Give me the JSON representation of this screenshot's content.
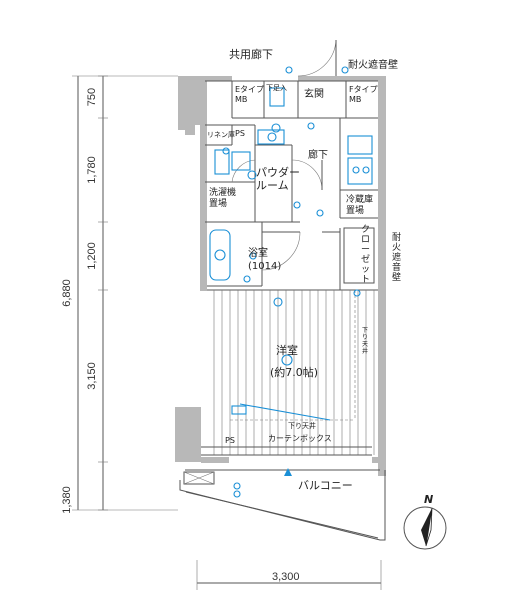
{
  "rooms": {
    "shared_corridor": "共用廊下",
    "entrance": "玄関",
    "genkan_storage": "下足入",
    "mb_left": "Eタイプ\nMB",
    "mb_right": "Fタイプ\nMB",
    "fire_wall_top": "耐火遮音壁",
    "fire_wall_side": "耐火遮音壁",
    "linen": "リネン庫",
    "ps_upper": "PS",
    "ps_lower": "PS",
    "hallway": "廊下",
    "powder_room": "パウダー\nルーム",
    "laundry": "洗濯機\n置場",
    "fridge": "冷蔵庫\n置場",
    "bath": "浴室\n(1014)",
    "closet": "クローゼット",
    "western_room": "洋室\n(約7.0帖)",
    "ceiling_note_right": "下り天井",
    "ceiling_note_bottom": "下り天井",
    "curtain_box": "カーテンボックス",
    "balcony": "バルコニー"
  },
  "dimensions": {
    "total": "6,880",
    "segments": [
      "750",
      "1,780",
      "1,200",
      "3,150",
      "1,380"
    ],
    "width": "3,300"
  },
  "compass": {
    "label": "N"
  },
  "colors": {
    "wall": "#b8b8b8",
    "fixture": "#1a8fd6",
    "line": "#555555"
  }
}
